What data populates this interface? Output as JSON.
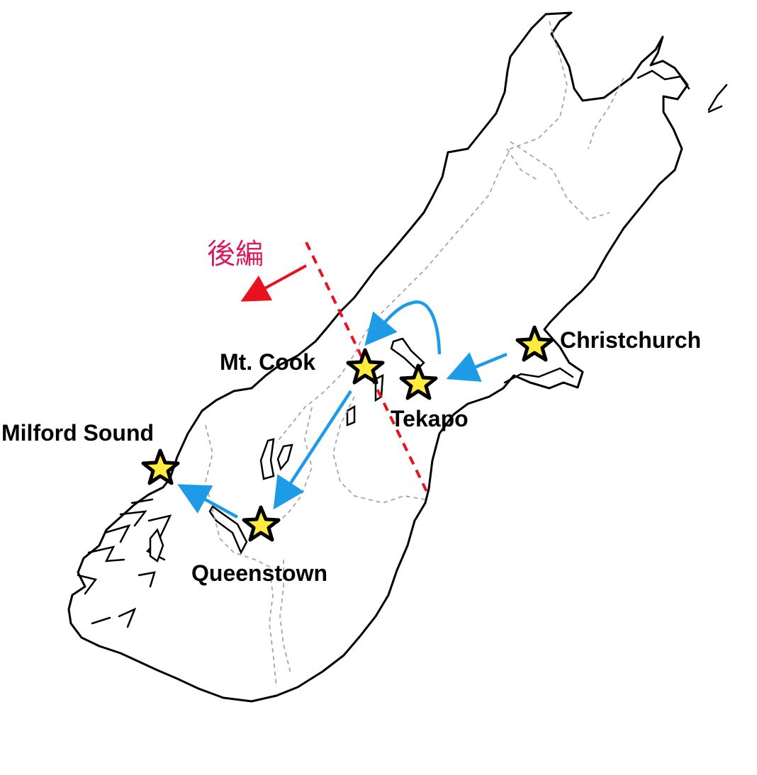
{
  "map": {
    "part_label": "後編",
    "places": [
      {
        "id": "christchurch",
        "label": "Christchurch"
      },
      {
        "id": "tekapo",
        "label": "Tekapo"
      },
      {
        "id": "mt-cook",
        "label": "Mt. Cook"
      },
      {
        "id": "queenstown",
        "label": "Queenstown"
      },
      {
        "id": "milford-sound",
        "label": "Milford Sound"
      }
    ],
    "colors": {
      "coast": "#000000",
      "region_border": "#a6a6a6",
      "route": "#1e9be6",
      "divider": "#e8121e",
      "star_fill": "#ffec3d",
      "star_stroke": "#000000",
      "part_label": "#d91a5b"
    }
  }
}
